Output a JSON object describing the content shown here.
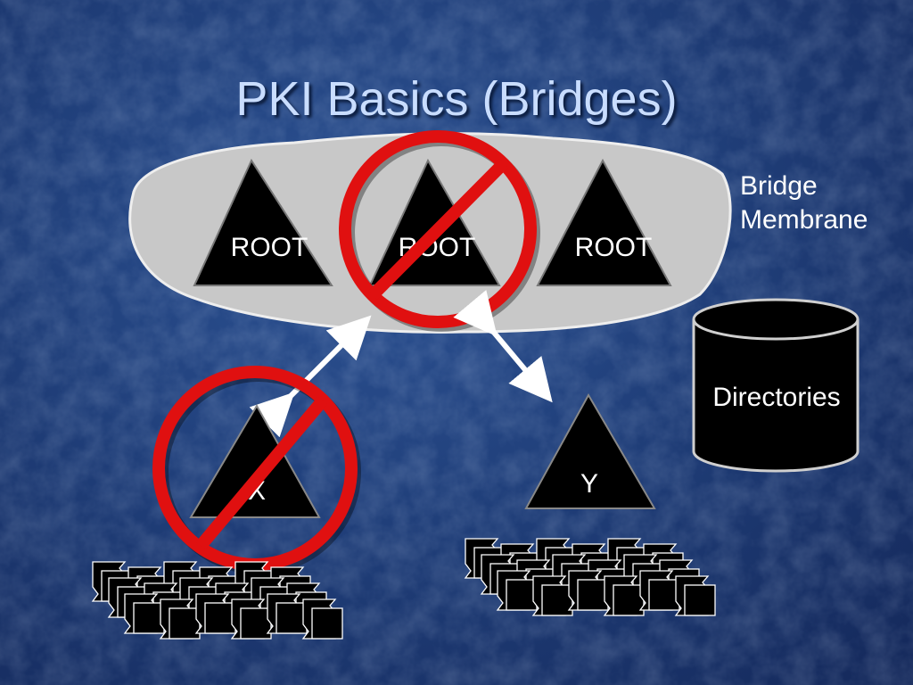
{
  "slide": {
    "title": "PKI Basics (Bridges)",
    "bridge_label_line1": "Bridge",
    "bridge_label_line2": "Membrane",
    "roots": [
      "ROOT",
      "ROOT",
      "ROOT"
    ],
    "node_x": "X",
    "node_y": "Y",
    "directories_label": "Directories"
  },
  "colors": {
    "background": "#203f7a",
    "membrane": "#c8c8c8",
    "prohibit_red": "#e01010",
    "title": "#c9ddff"
  },
  "icons": [
    "prohibition-sign-icon",
    "database-cylinder-icon",
    "double-arrow-icon",
    "certificate-user-icon"
  ]
}
